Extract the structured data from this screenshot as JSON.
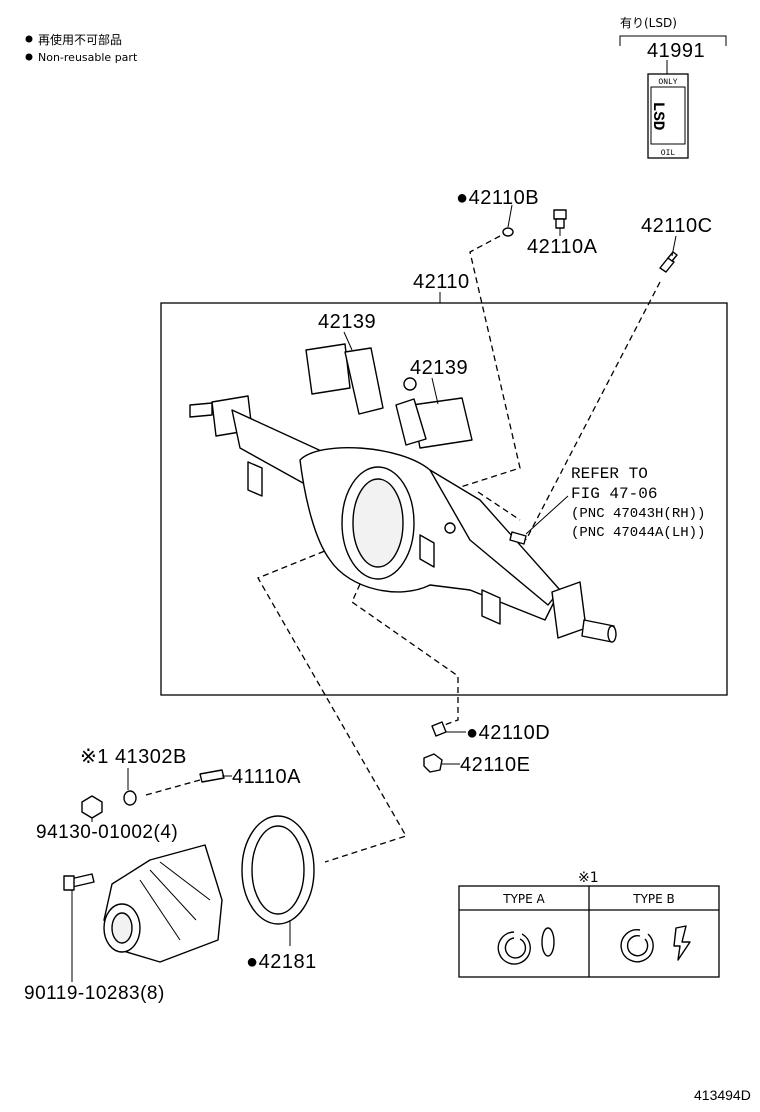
{
  "legend": {
    "bullet_jp": "再使用不可部品",
    "bullet_en": "Non-reusable part"
  },
  "lsd": {
    "caption": "有り(LSD)",
    "part_number": "41991",
    "label_top": "ONLY",
    "label_middle": "LSD",
    "label_bottom": "OIL"
  },
  "parts": {
    "p42110B": "●42110B",
    "p42110A": "42110A",
    "p42110C": "42110C",
    "p42110": "42110",
    "p42139_left": "42139",
    "p42139_right": "42139",
    "p42110D": "●42110D",
    "p42110E": "42110E",
    "p41302B": "※1 41302B",
    "p41110A": "41110A",
    "p94130": "94130-01002(4)",
    "p90119": "90119-10283(8)",
    "p42181": "●42181"
  },
  "refer": {
    "line1": "REFER TO",
    "line2": "FIG 47-06",
    "line3": "(PNC 47043H(RH))",
    "line4": "(PNC 47044A(LH))"
  },
  "types_table": {
    "note": "※1",
    "type_a": "TYPE A",
    "type_b": "TYPE B"
  },
  "figure_id": "413494D"
}
